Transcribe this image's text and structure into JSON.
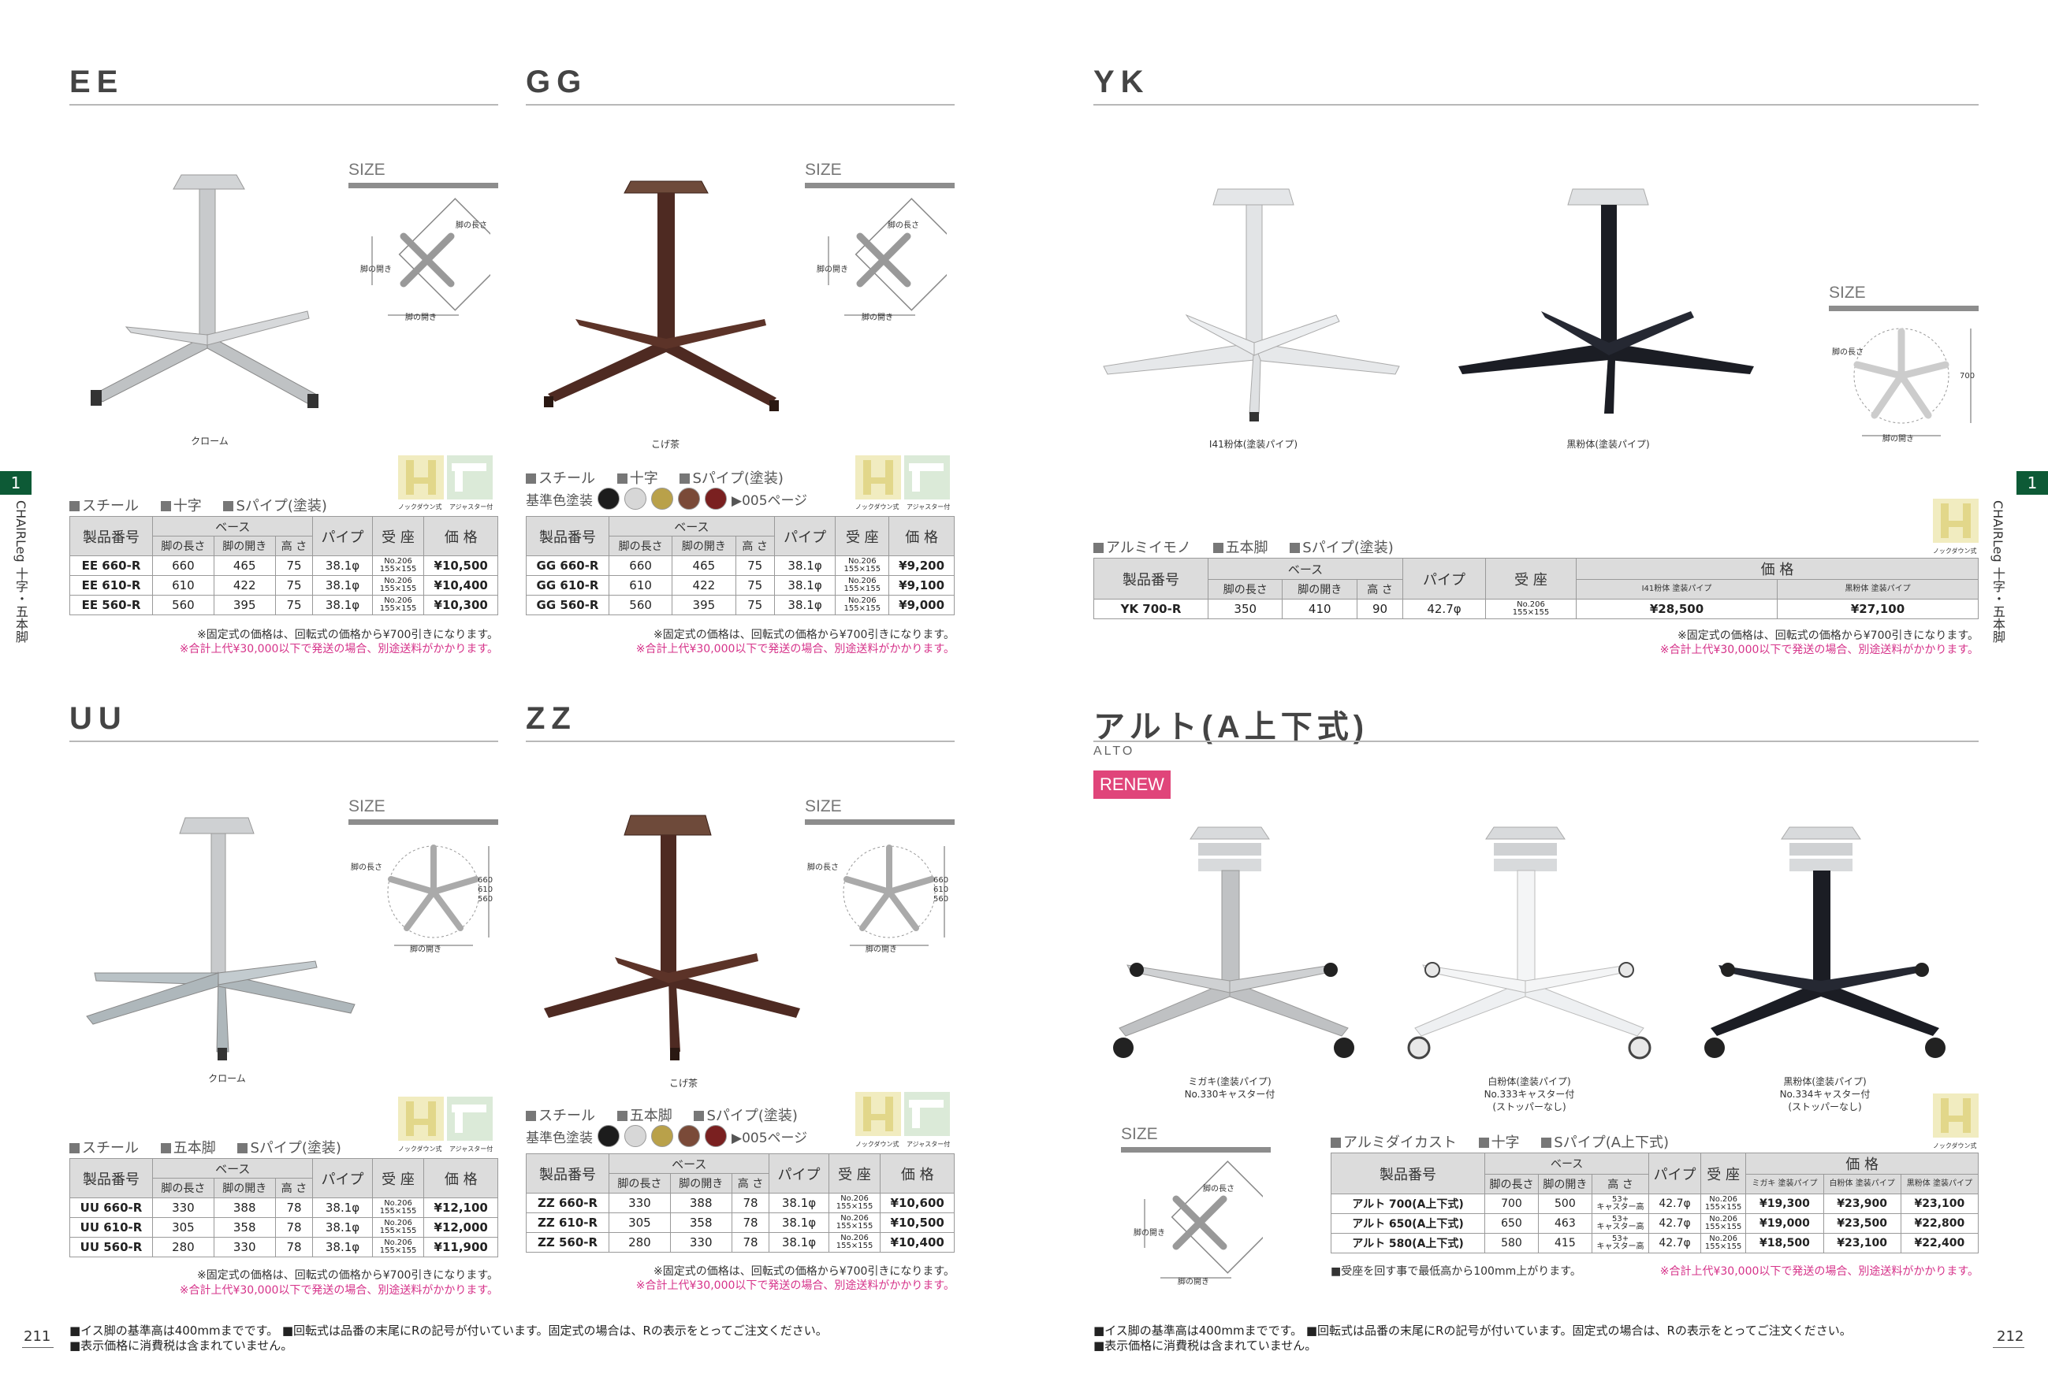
{
  "colors": {
    "accent_green": "#0d5a36",
    "pink": "#d6338a",
    "renew": "#e0457a",
    "chrome": "#c8cacc",
    "brown": "#4e2a22",
    "black": "#1b1d24",
    "white_powder": "#eef0f2"
  },
  "common": {
    "size_label": "SIZE",
    "leg_length": "脚の長さ",
    "leg_open": "脚の開き",
    "hdr_part": "製品番号",
    "hdr_base": "ベース",
    "hdr_len": "脚の長さ",
    "hdr_open": "脚の開き",
    "hdr_height": "高 さ",
    "hdr_pipe": "パイプ",
    "hdr_seat": "受 座",
    "hdr_price": "価 格",
    "knockdown": "ノックダウン式",
    "adjuster": "アジャスター付",
    "color_label": "基準色塗装",
    "page_ref": "▶005ページ",
    "note_fixed": "※固定式の価格は、回転式の価格から¥700引きになります。",
    "note_ship": "※合計上代¥30,000以下で発送の場合、別途送料がかかります。"
  },
  "sections": {
    "ee": {
      "title": "EE",
      "caption": "クローム",
      "tags": [
        "スチール",
        "十字",
        "Sパイプ(塗装)"
      ],
      "rows": [
        {
          "pn": "EE 660-R",
          "len": "660",
          "open": "465",
          "h": "75",
          "pipe": "38.1φ",
          "seat1": "No.206",
          "seat2": "155×155",
          "price": "¥10,500"
        },
        {
          "pn": "EE 610-R",
          "len": "610",
          "open": "422",
          "h": "75",
          "pipe": "38.1φ",
          "seat1": "No.206",
          "seat2": "155×155",
          "price": "¥10,400"
        },
        {
          "pn": "EE 560-R",
          "len": "560",
          "open": "395",
          "h": "75",
          "pipe": "38.1φ",
          "seat1": "No.206",
          "seat2": "155×155",
          "price": "¥10,300"
        }
      ]
    },
    "gg": {
      "title": "GG",
      "caption": "こげ茶",
      "tags": [
        "スチール",
        "十字",
        "Sパイプ(塗装)"
      ],
      "rows": [
        {
          "pn": "GG 660-R",
          "len": "660",
          "open": "465",
          "h": "75",
          "pipe": "38.1φ",
          "seat1": "No.206",
          "seat2": "155×155",
          "price": "¥9,200"
        },
        {
          "pn": "GG 610-R",
          "len": "610",
          "open": "422",
          "h": "75",
          "pipe": "38.1φ",
          "seat1": "No.206",
          "seat2": "155×155",
          "price": "¥9,100"
        },
        {
          "pn": "GG 560-R",
          "len": "560",
          "open": "395",
          "h": "75",
          "pipe": "38.1φ",
          "seat1": "No.206",
          "seat2": "155×155",
          "price": "¥9,000"
        }
      ]
    },
    "uu": {
      "title": "UU",
      "caption": "クローム",
      "tags": [
        "スチール",
        "五本脚",
        "Sパイプ(塗装)"
      ],
      "dims": [
        "660",
        "610",
        "560"
      ],
      "rows": [
        {
          "pn": "UU 660-R",
          "len": "330",
          "open": "388",
          "h": "78",
          "pipe": "38.1φ",
          "seat1": "No.206",
          "seat2": "155×155",
          "price": "¥12,100"
        },
        {
          "pn": "UU 610-R",
          "len": "305",
          "open": "358",
          "h": "78",
          "pipe": "38.1φ",
          "seat1": "No.206",
          "seat2": "155×155",
          "price": "¥12,000"
        },
        {
          "pn": "UU 560-R",
          "len": "280",
          "open": "330",
          "h": "78",
          "pipe": "38.1φ",
          "seat1": "No.206",
          "seat2": "155×155",
          "price": "¥11,900"
        }
      ]
    },
    "zz": {
      "title": "ZZ",
      "caption": "こげ茶",
      "tags": [
        "スチール",
        "五本脚",
        "Sパイプ(塗装)"
      ],
      "dims": [
        "660",
        "610",
        "560"
      ],
      "rows": [
        {
          "pn": "ZZ 660-R",
          "len": "330",
          "open": "388",
          "h": "78",
          "pipe": "38.1φ",
          "seat1": "No.206",
          "seat2": "155×155",
          "price": "¥10,600"
        },
        {
          "pn": "ZZ 610-R",
          "len": "305",
          "open": "358",
          "h": "78",
          "pipe": "38.1φ",
          "seat1": "No.206",
          "seat2": "155×155",
          "price": "¥10,500"
        },
        {
          "pn": "ZZ 560-R",
          "len": "280",
          "open": "330",
          "h": "78",
          "pipe": "38.1φ",
          "seat1": "No.206",
          "seat2": "155×155",
          "price": "¥10,400"
        }
      ]
    },
    "yk": {
      "title": "YK",
      "caption_1": "I41粉体(塗装パイプ)",
      "caption_2": "黒粉体(塗装パイプ)",
      "tags": [
        "アルミイモノ",
        "五本脚",
        "Sパイプ(塗装)"
      ],
      "dim": "700",
      "price_col_1": "I41粉体 塗装パイプ",
      "price_col_2": "黒粉体 塗装パイプ",
      "rows": [
        {
          "pn": "YK 700-R",
          "len": "350",
          "open": "410",
          "h": "90",
          "pipe": "42.7φ",
          "seat1": "No.206",
          "seat2": "155×155",
          "price1": "¥28,500",
          "price2": "¥27,100"
        }
      ]
    },
    "alto": {
      "title": "アルト(A上下式)",
      "subtitle": "ALTO",
      "badge": "RENEW",
      "caption_1a": "ミガキ(塗装パイプ)",
      "caption_1b": "No.330キャスター付",
      "caption_2a": "白粉体(塗装パイプ)",
      "caption_2b": "No.333キャスター付",
      "caption_2c": "(ストッパーなし)",
      "caption_3a": "黒粉体(塗装パイプ)",
      "caption_3b": "No.334キャスター付",
      "caption_3c": "(ストッパーなし)",
      "tags": [
        "アルミダイカスト",
        "十字",
        "Sパイプ(A上下式)"
      ],
      "price_col_1": "ミガキ 塗装パイプ",
      "price_col_2": "白粉体 塗装パイプ",
      "price_col_3": "黒粉体 塗装パイプ",
      "rows": [
        {
          "pn": "アルト 700(A上下式)",
          "len": "700",
          "open": "500",
          "h1": "53+",
          "h2": "キャスター高",
          "pipe": "42.7φ",
          "seat1": "No.206",
          "seat2": "155×155",
          "price1": "¥19,300",
          "price2": "¥23,900",
          "price3": "¥23,100"
        },
        {
          "pn": "アルト 650(A上下式)",
          "len": "650",
          "open": "463",
          "h1": "53+",
          "h2": "キャスター高",
          "pipe": "42.7φ",
          "seat1": "No.206",
          "seat2": "155×155",
          "price1": "¥19,000",
          "price2": "¥23,500",
          "price3": "¥22,800"
        },
        {
          "pn": "アルト 580(A上下式)",
          "len": "580",
          "open": "415",
          "h1": "53+",
          "h2": "キャスター高",
          "pipe": "42.7φ",
          "seat1": "No.206",
          "seat2": "155×155",
          "price1": "¥18,500",
          "price2": "¥23,100",
          "price3": "¥22,400"
        }
      ],
      "note": "■受座を回す事で最低高から100mm上がります。"
    }
  },
  "side": {
    "num": "1",
    "text_1": "CHAIRLeg",
    "text_2": "十字・五本脚"
  },
  "footer": {
    "line1": "■イス脚の基準高は400mmまでです。 ■回転式は品番の末尾にRの記号が付いています。固定式の場合は、Rの表示をとってご注文ください。",
    "line2": "■表示価格に消費税は含まれていません。",
    "page_left": "211",
    "page_right": "212"
  }
}
